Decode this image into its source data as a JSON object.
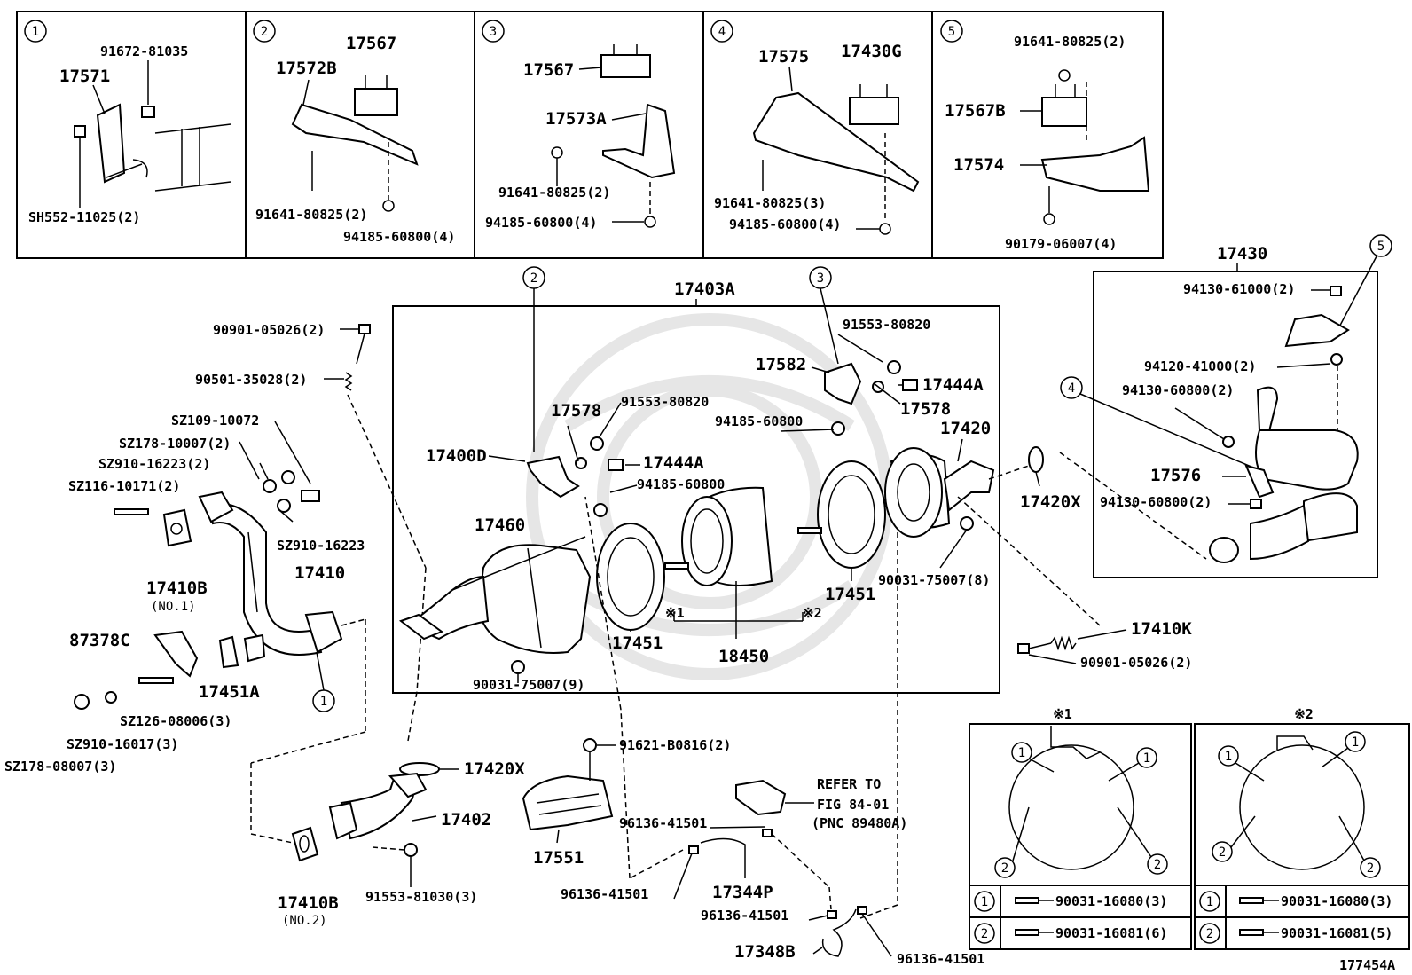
{
  "figure_code": "177454A",
  "callout_numbers": [
    "1",
    "2",
    "3",
    "4",
    "5"
  ],
  "detail_boxes": [
    {
      "num": "1",
      "parts": [
        "91672-81035",
        "17571",
        "SH552-11025(2)"
      ]
    },
    {
      "num": "2",
      "parts": [
        "17567",
        "17572B",
        "91641-80825(2)",
        "94185-60800(4)"
      ]
    },
    {
      "num": "3",
      "parts": [
        "17567",
        "17573A",
        "91641-80825(2)",
        "94185-60800(4)"
      ]
    },
    {
      "num": "4",
      "parts": [
        "17575",
        "17430G",
        "91641-80825(3)",
        "94185-60800(4)"
      ]
    },
    {
      "num": "5",
      "parts": [
        "91641-80825(2)",
        "17567B",
        "17574",
        "90179-06007(4)"
      ]
    }
  ],
  "left_group": {
    "parts": [
      "90901-05026(2)",
      "90501-35028(2)",
      "SZ109-10072",
      "SZ178-10007(2)",
      "SZ910-16223(2)",
      "SZ116-10171(2)",
      "SZ910-16223",
      "17410B",
      "(NO.1)",
      "17410",
      "87378C",
      "17451A",
      "SZ126-08006(3)",
      "SZ910-16017(3)",
      "SZ178-08007(3)"
    ]
  },
  "center_box": {
    "title": "17403A",
    "parts": [
      "91553-80820",
      "17582",
      "17444A",
      "94185-60800",
      "17578",
      "17420",
      "17400D",
      "91553-80820",
      "17578",
      "17444A",
      "94185-60800",
      "17460",
      "17451",
      "※1",
      "※2",
      "18450",
      "17451",
      "90031-75007(8)",
      "90031-75007(9)",
      "17420X"
    ]
  },
  "right_box": {
    "title": "17430",
    "parts": [
      "94130-61000(2)",
      "94120-41000(2)",
      "94130-60800(2)",
      "17576",
      "94130-60800(2)"
    ]
  },
  "right_misc": {
    "parts": [
      "17410K",
      "90901-05026(2)"
    ]
  },
  "lower_group": {
    "parts": [
      "17420X",
      "17402",
      "17410B",
      "(NO.2)",
      "91553-81030(3)",
      "91621-B0816(2)",
      "17551",
      "96136-41501",
      "96136-41501",
      "17344P",
      "96136-41501",
      "17348B",
      "96136-41501"
    ],
    "refer_lines": [
      "REFER TO",
      "FIG 84-01",
      "(PNC 89480A)"
    ]
  },
  "gasket_tables": [
    {
      "title": "※1",
      "rows": [
        {
          "n": "1",
          "part": "90031-16080(3)"
        },
        {
          "n": "2",
          "part": "90031-16081(6)"
        }
      ]
    },
    {
      "title": "※2",
      "rows": [
        {
          "n": "1",
          "part": "90031-16080(3)"
        },
        {
          "n": "2",
          "part": "90031-16081(5)"
        }
      ]
    }
  ]
}
